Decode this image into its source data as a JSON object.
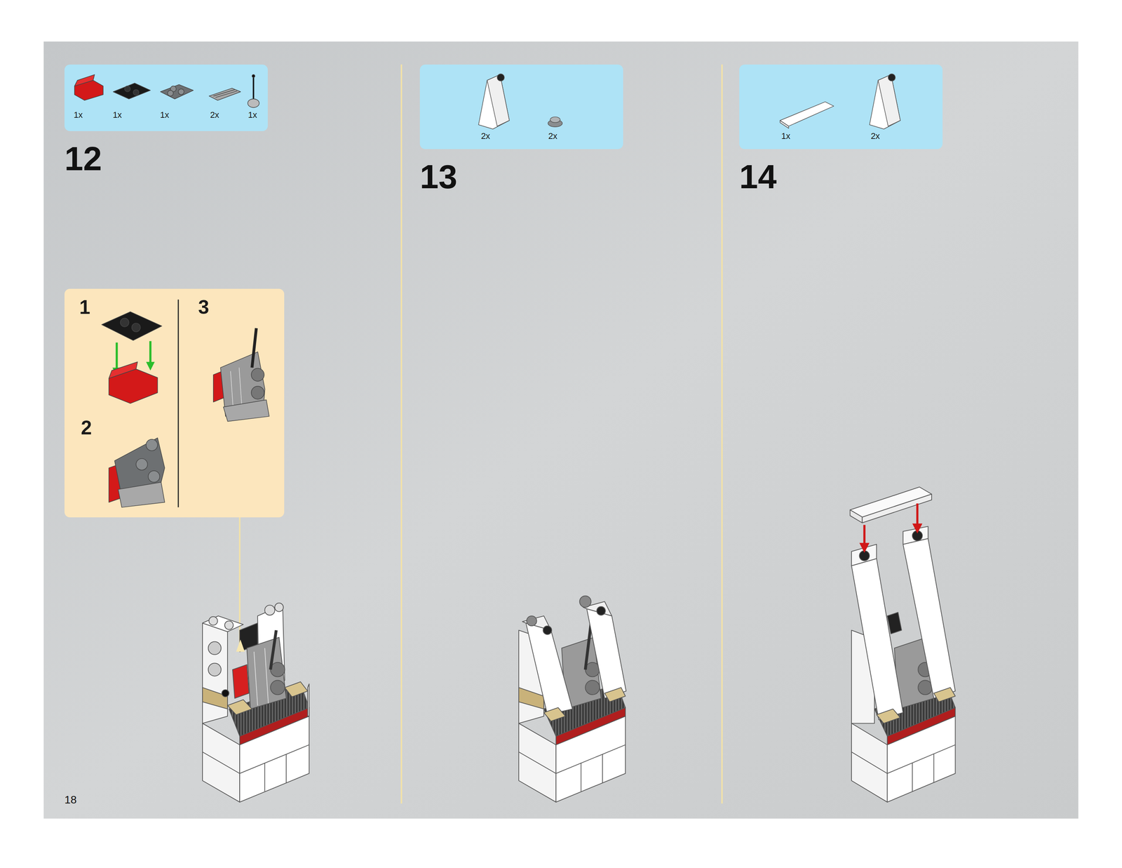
{
  "diagram": {
    "nodes": [
      {
        "text": [
          "1x",
          "1x",
          "1x",
          "2x",
          "1x"
        ]
      },
      {
        "text": [
          "1",
          "2",
          "3"
        ]
      },
      {
        "text": [
          "2x",
          "2x"
        ]
      },
      {
        "text": [
          "1x",
          "2x"
        ]
      }
    ],
    "labels": [
      "12",
      "13",
      "14",
      "18"
    ]
  }
}
